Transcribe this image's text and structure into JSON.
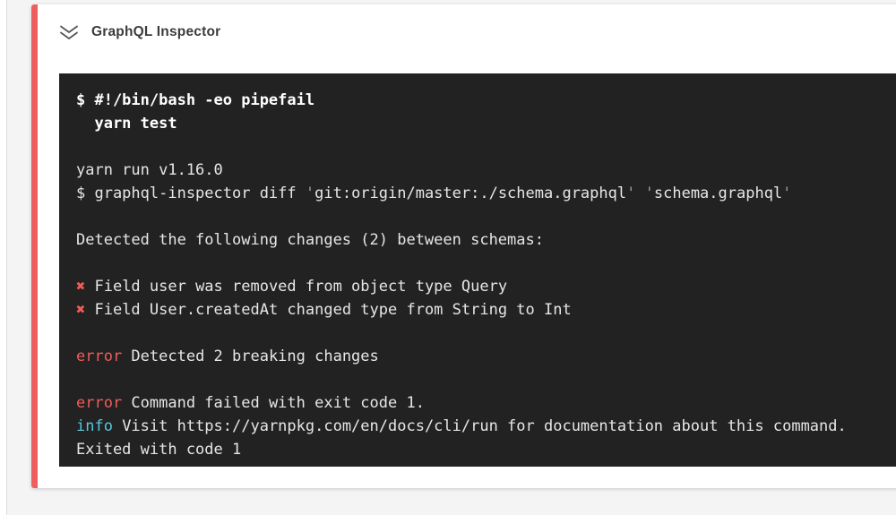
{
  "card": {
    "title": "GraphQL Inspector",
    "accent_color": "#ef5e5e",
    "chevron_icon": "double-chevron-down-icon"
  },
  "colors": {
    "terminal_bg": "#222222",
    "terminal_text": "#e6e6e6",
    "error_red": "#ef5d58",
    "info_cyan": "#54c8dc"
  },
  "terminal": {
    "lines": [
      {
        "segments": [
          {
            "text": "$ #!/bin/bash -eo pipefail",
            "style": "bold"
          }
        ]
      },
      {
        "segments": [
          {
            "text": "  yarn test",
            "style": "bold"
          }
        ]
      },
      {
        "segments": []
      },
      {
        "segments": [
          {
            "text": "yarn run v1.16.0",
            "style": "plain"
          }
        ]
      },
      {
        "segments": [
          {
            "text": "$ graphql-inspector diff ",
            "style": "plain"
          },
          {
            "text": "'",
            "style": "dim"
          },
          {
            "text": "git:origin/master:./schema.graphql",
            "style": "plain"
          },
          {
            "text": "'",
            "style": "dim"
          },
          {
            "text": " ",
            "style": "plain"
          },
          {
            "text": "'",
            "style": "dim"
          },
          {
            "text": "schema.graphql",
            "style": "plain"
          },
          {
            "text": "'",
            "style": "dim"
          }
        ]
      },
      {
        "segments": []
      },
      {
        "segments": [
          {
            "text": "Detected the following changes (2) between schemas:",
            "style": "plain"
          }
        ]
      },
      {
        "segments": []
      },
      {
        "segments": [
          {
            "text": "✖ ",
            "style": "red"
          },
          {
            "text": "Field user was removed from object type Query",
            "style": "plain"
          }
        ]
      },
      {
        "segments": [
          {
            "text": "✖ ",
            "style": "red"
          },
          {
            "text": "Field User.createdAt changed type from String to Int",
            "style": "plain"
          }
        ]
      },
      {
        "segments": []
      },
      {
        "segments": [
          {
            "text": "error",
            "style": "red"
          },
          {
            "text": " Detected 2 breaking changes",
            "style": "plain"
          }
        ]
      },
      {
        "segments": []
      },
      {
        "segments": [
          {
            "text": "error",
            "style": "red"
          },
          {
            "text": " Command failed with exit code 1.",
            "style": "plain"
          }
        ]
      },
      {
        "segments": [
          {
            "text": "info",
            "style": "cyan"
          },
          {
            "text": " Visit https://yarnpkg.com/en/docs/cli/run for documentation about this command.",
            "style": "plain"
          }
        ]
      },
      {
        "segments": [
          {
            "text": "Exited with code 1",
            "style": "plain"
          }
        ]
      }
    ]
  }
}
